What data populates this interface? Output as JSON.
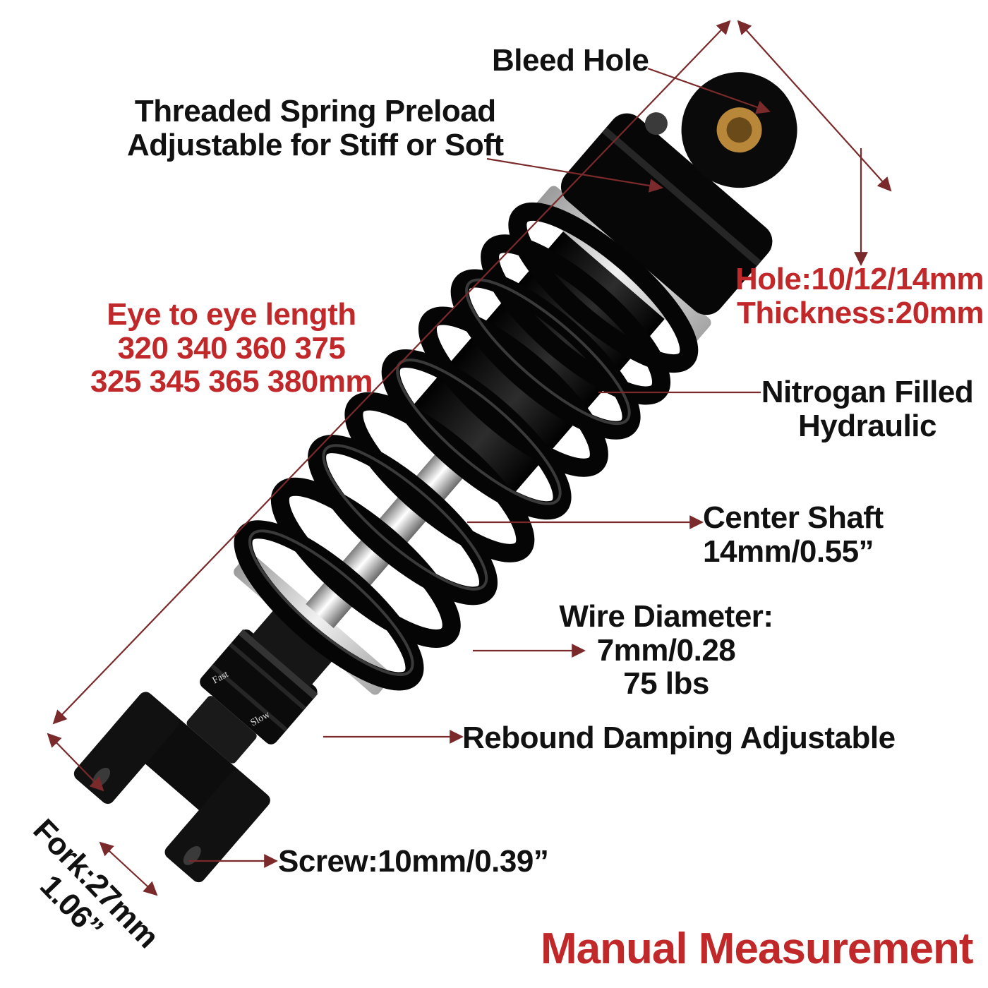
{
  "labels": {
    "bleed_hole": "Bleed Hole",
    "preload": [
      "Threaded Spring Preload",
      "Adjustable for Stiff or Soft"
    ],
    "eye_length": [
      "Eye to eye length",
      "320 340 360 375",
      "325 345 365 380mm"
    ],
    "hole": [
      "Hole:10/12/14mm",
      "Thickness:20mm"
    ],
    "nitrogen": [
      "Nitrogan Filled",
      "Hydraulic"
    ],
    "center_shaft": [
      "Center Shaft",
      "14mm/0.55”"
    ],
    "wire": [
      "Wire Diameter:",
      "7mm/0.28",
      "75 lbs"
    ],
    "rebound": "Rebound Damping Adjustable",
    "screw": "Screw:10mm/0.39”",
    "fork": [
      "Fork:27mm",
      "1.06”"
    ],
    "knob_fast": "Fast",
    "knob_slow": "Slow",
    "title": "Manual Measurement"
  },
  "colors": {
    "label_black": "#111111",
    "label_red": "#c0282a",
    "leader_line": "#7a2a2a",
    "shock_body": "#0c0c0c",
    "spring": "#050505",
    "aluminum": "#c8c8c8",
    "chrome": "#e8e8e8",
    "bushing": "#b8873a"
  },
  "icons": {
    "leader_endpoint": "arrowhead-icon"
  }
}
